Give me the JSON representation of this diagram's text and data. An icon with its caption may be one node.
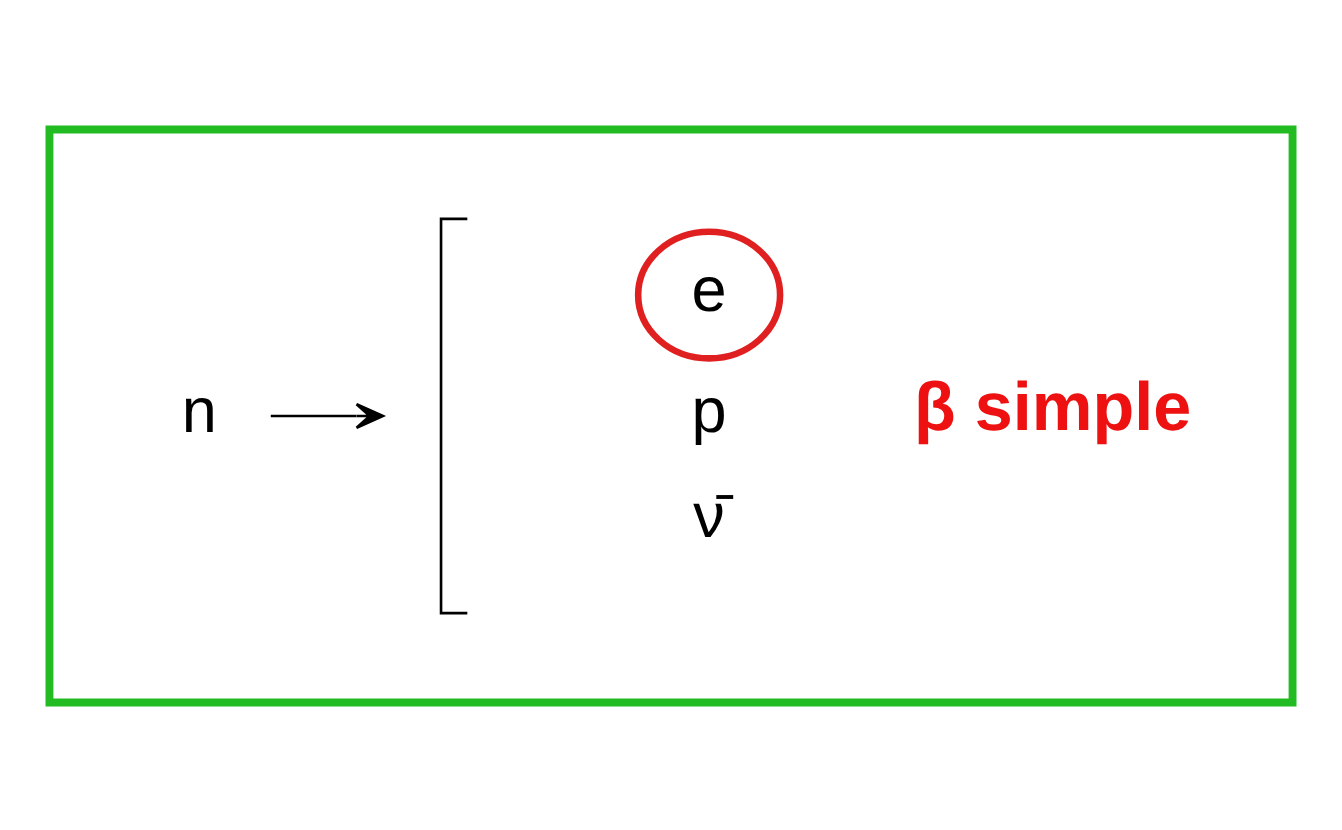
{
  "diagram": {
    "nodes": [
      {
        "text": [],
        "shape": "box"
      },
      {
        "text": [
          "n"
        ],
        "in": 0
      },
      {
        "text": [],
        "shape": "bracket",
        "in": 0
      },
      {
        "text": [
          "e"
        ],
        "in": 0
      },
      {
        "text": [
          "p"
        ],
        "in": 0
      },
      {
        "text": [
          "ν̄"
        ],
        "in": 0
      }
    ],
    "edges": [
      {
        "from": 1,
        "to": 2,
        "arrow": "to"
      }
    ],
    "labels": [
      "β simple"
    ]
  }
}
